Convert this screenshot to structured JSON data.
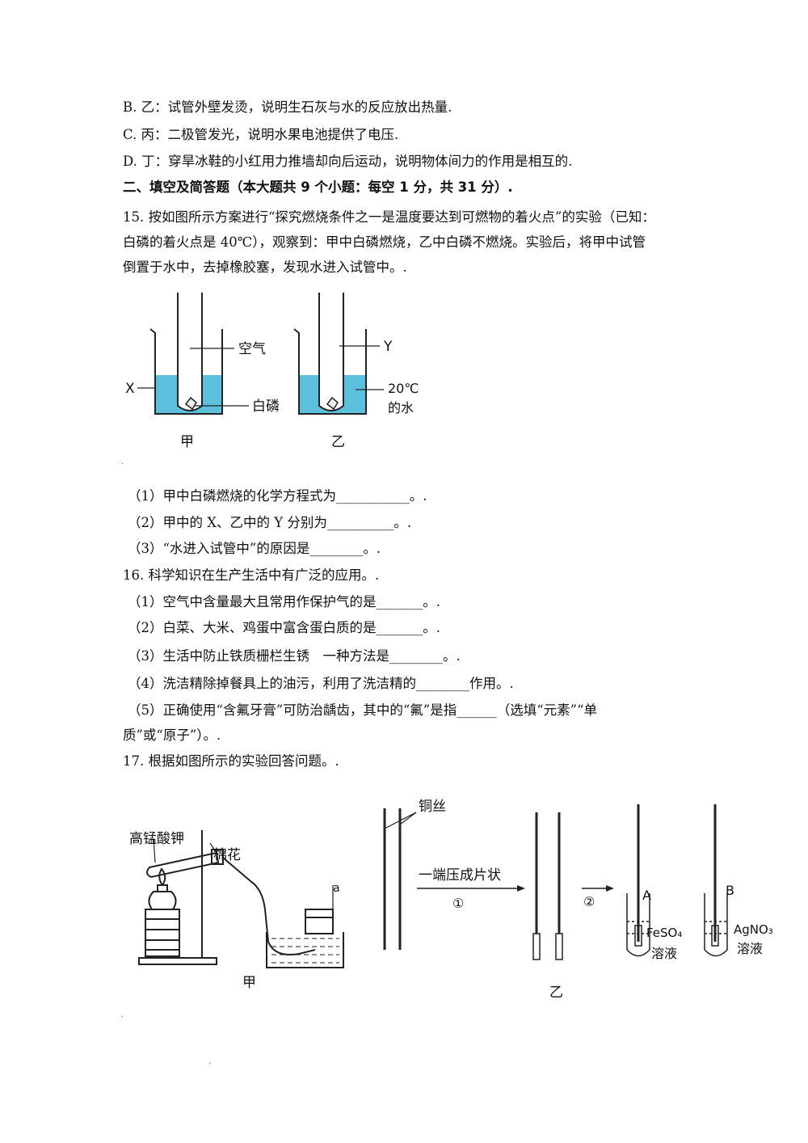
{
  "options": {
    "B": "B. 乙：试管外壁发烫，说明生石灰与水的反应放出热量.",
    "C": "C. 丙：二极管发光，说明水果电池提供了电压.",
    "D": "D. 丁：穿旱冰鞋的小红用力推墙却向后运动，说明物体间力的作用是相互的."
  },
  "section_heading": "二、填空及简答题（本大题共 9 个小题：每空 1 分，共 31 分）.",
  "q15": {
    "stem_lines": [
      "15. 按如图所示方案进行“探究燃烧条件之一是温度要达到可燃物的着火点”的实验（已知：",
      "白磷的着火点是 40℃），观察到：甲中白磷燃烧，乙中白磷不燃烧。实验后，将甲中试管",
      "倒置于水中，去掉橡胶塞，发现水进入试管中。."
    ],
    "figure": {
      "label_air": "空气",
      "label_x": "X",
      "label_phosphorus": "白磷",
      "label_y": "Y",
      "label_water_temp": "20℃",
      "label_water": "的水",
      "caption_left": "甲",
      "caption_right": "乙",
      "water_color": "#5bc0dc"
    },
    "sub": [
      "（1）甲中白磷燃烧的化学方程式为___________。.",
      "（2）甲中的 X、乙中的 Y 分别为__________。.",
      "（3）“水进入试管中”的原因是________。."
    ]
  },
  "q16": {
    "stem": "16. 科学知识在生产生活中有广泛的应用。.",
    "sub": [
      "（1）空气中含量最大且常用作保护气的是_______。.",
      "（2）白菜、大米、鸡蛋中富含蛋白质的是_______。.",
      "（3）生活中防止铁质栅栏生锈　一种方法是________。.",
      "（4）洗洁精除掉餐具上的油污，利用了洗洁精的________作用。.",
      "（5）正确使用“含氟牙膏”可防治龋齿，其中的“氟”是指______（选填“元素”“单",
      "质”或“原子”）。."
    ]
  },
  "q17": {
    "stem": "17. 根据如图所示的实验回答问题。.",
    "figure": {
      "label_kmno4": "高锰酸钾",
      "label_cotton": "棉花",
      "label_a": "a",
      "caption_left": "甲",
      "label_copper": "铜丝",
      "label_press": "一端压成片状",
      "label_step1": "①",
      "label_step2": "②",
      "label_A": "A",
      "label_B": "B",
      "label_feso4": "FeSO₄",
      "label_agno3": "AgNO₃",
      "label_solution_a": "溶液",
      "label_solution_b": "溶液",
      "caption_right": "乙"
    }
  }
}
